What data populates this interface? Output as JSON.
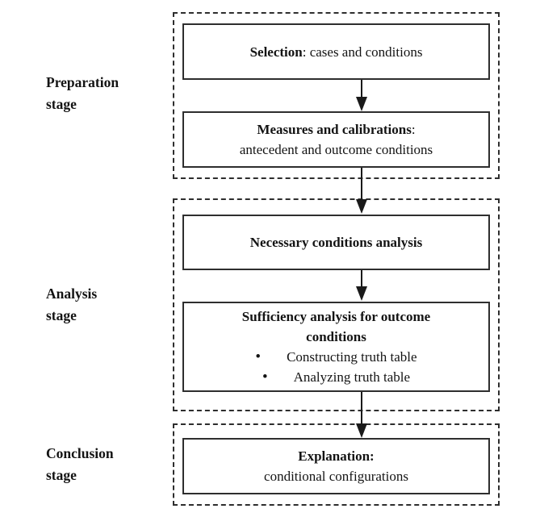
{
  "figure": {
    "description": "Flowchart of analysis procedure with three stages",
    "background_color": "#ffffff",
    "line_color": "#2e2e2e",
    "text_color": "#141414",
    "bullet_glyph": "•"
  },
  "stage_labels": [
    {
      "text": "Preparation\nstage"
    },
    {
      "text": "Analysis\nstage"
    },
    {
      "text": "Conclusion\nstage"
    }
  ],
  "boxes": [
    {
      "title": "Selection",
      "suffix": ": cases and conditions"
    },
    {
      "title": "Measures and calibrations",
      "suffix": ":",
      "subtitle": "antecedent and outcome conditions"
    },
    {
      "title": "Necessary conditions analysis"
    },
    {
      "title": "Sufficiency analysis for outcome\nconditions",
      "bullets": [
        "Constructing truth table",
        "Analyzing truth table"
      ]
    },
    {
      "title": "Explanation:",
      "subtitle": "conditional configurations"
    }
  ]
}
